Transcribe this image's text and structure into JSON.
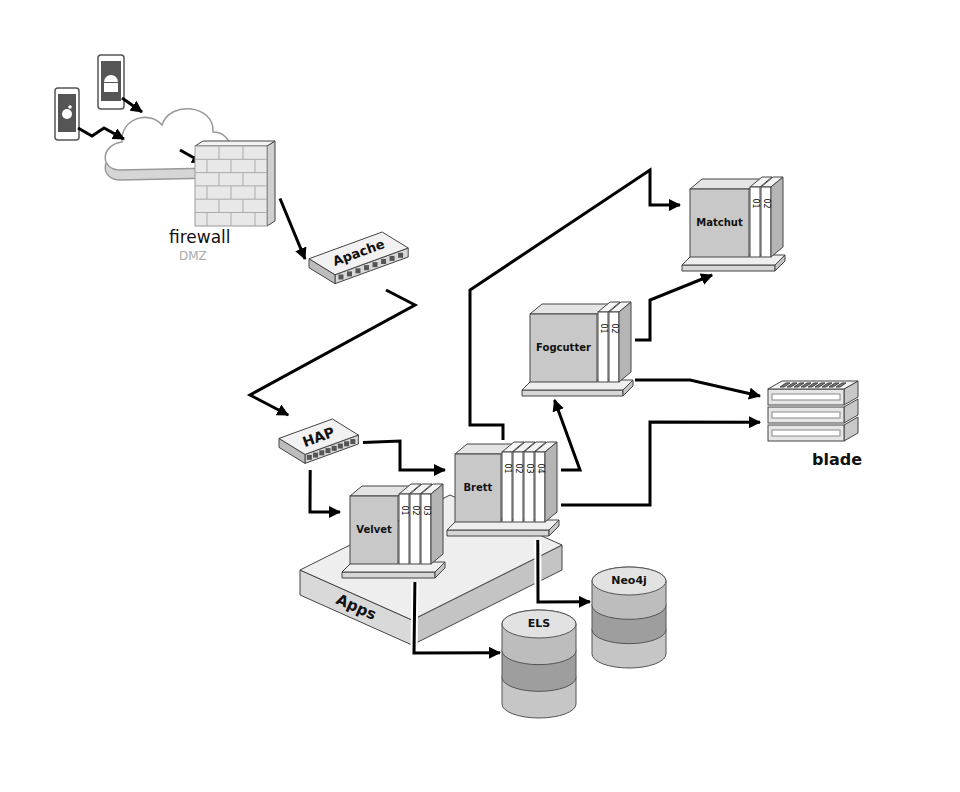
{
  "diagram": {
    "nodes": [
      {
        "text": [
          "firewall",
          "DMZ"
        ]
      },
      {
        "text": [
          "Apache"
        ]
      },
      {
        "text": [
          "Matchut",
          "01",
          "02"
        ]
      },
      {
        "text": [
          "Fogcutter",
          "01",
          "02"
        ]
      },
      {
        "text": [
          "blade"
        ]
      },
      {
        "text": [
          "HAP"
        ]
      },
      {
        "text": [
          "Apps"
        ]
      },
      {
        "text": [
          "Brett",
          "01",
          "02",
          "03",
          "04"
        ],
        "in": 6
      },
      {
        "text": [
          "Velvet",
          "01",
          "02",
          "03"
        ],
        "in": 6
      },
      {
        "text": [
          "Neo4j"
        ]
      },
      {
        "text": [
          "ELS"
        ]
      }
    ],
    "edges": [
      {
        "from": 0,
        "to": 1,
        "arrow": "to"
      },
      {
        "from": 1,
        "to": 5,
        "arrow": "to"
      },
      {
        "from": 5,
        "to": 7,
        "arrow": "to"
      },
      {
        "from": 5,
        "to": 8,
        "arrow": "to"
      },
      {
        "from": 8,
        "to": 10,
        "arrow": "to"
      },
      {
        "from": 7,
        "to": 9,
        "arrow": "to"
      },
      {
        "from": 7,
        "to": 3,
        "arrow": "to"
      },
      {
        "from": 7,
        "to": 2,
        "arrow": "to"
      },
      {
        "from": 7,
        "to": 4,
        "arrow": "to"
      },
      {
        "from": 3,
        "to": 2,
        "arrow": "to"
      },
      {
        "from": 3,
        "to": 4,
        "arrow": "to"
      }
    ]
  }
}
